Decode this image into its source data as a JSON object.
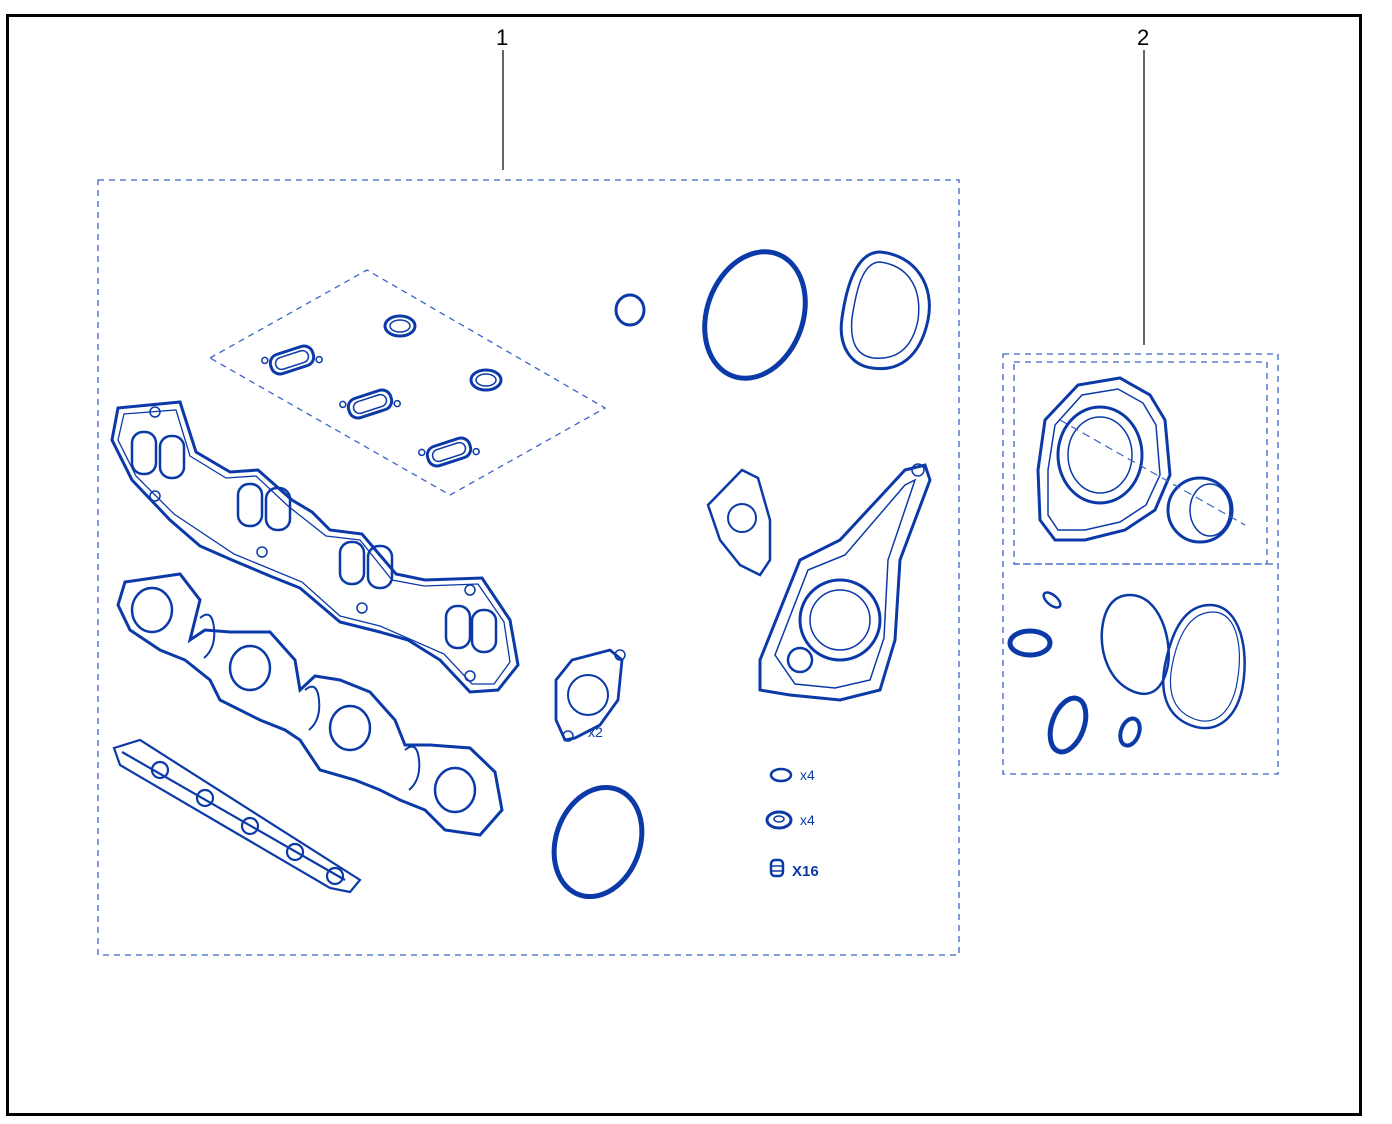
{
  "callouts": [
    {
      "label": "1"
    },
    {
      "label": "2"
    }
  ],
  "quantities": {
    "bracket_gasket": "x2",
    "small_oring": "x4",
    "washer": "x4",
    "valve_stem_seal": "X16"
  },
  "colors": {
    "line": "#0b3aa8",
    "frame": "#000000",
    "dash": "#3a64c8"
  },
  "icons": [
    "exhaust-manifold-gasket-icon",
    "intake-manifold-gasket-icon",
    "port-gasket-icon",
    "o-ring-icon",
    "pump-gasket-icon",
    "rear-main-seal-icon",
    "valve-stem-seal-icon",
    "washer-icon"
  ]
}
